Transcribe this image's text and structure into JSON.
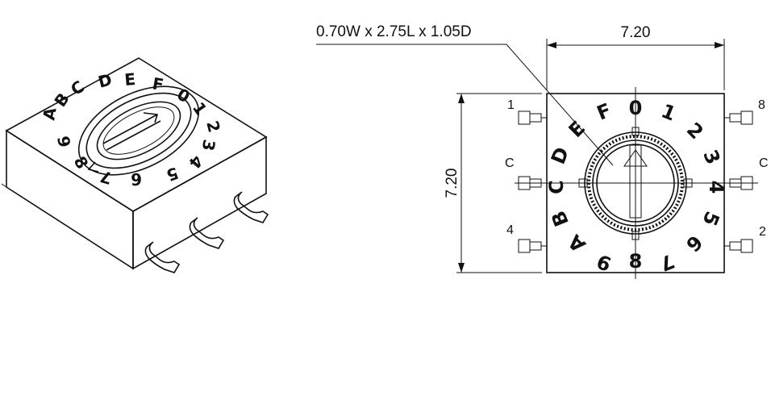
{
  "dimensions": {
    "slot_spec": "0.70W x 2.75L x 1.05D",
    "width": "7.20",
    "height": "7.20"
  },
  "pins": {
    "top_left": "1",
    "top_right": "8",
    "mid_left": "C",
    "mid_right": "C",
    "bottom_left": "4",
    "bottom_right": "2"
  },
  "dial_labels": [
    "0",
    "1",
    "2",
    "3",
    "4",
    "5",
    "6",
    "7",
    "8",
    "9",
    "A",
    "B",
    "C",
    "D",
    "E",
    "F"
  ]
}
